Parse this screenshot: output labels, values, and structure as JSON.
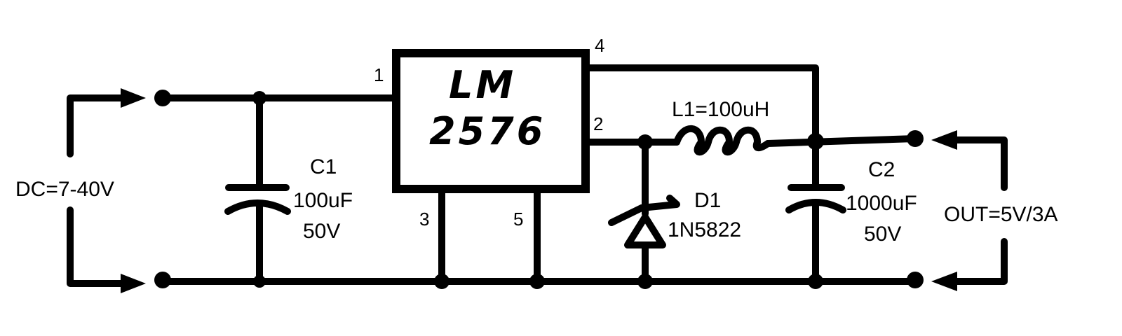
{
  "regulator": {
    "line1": "LM",
    "line2": "2576"
  },
  "pins": {
    "p1": "1",
    "p2": "2",
    "p3": "3",
    "p4": "4",
    "p5": "5"
  },
  "input": {
    "label": "DC=7-40V"
  },
  "output": {
    "label": "OUT=5V/3A"
  },
  "c1": {
    "name": "C1",
    "value": "100uF",
    "voltage": "50V"
  },
  "c2": {
    "name": "C2",
    "value": "1000uF",
    "voltage": "50V"
  },
  "l1": {
    "label": "L1=100uH"
  },
  "d1": {
    "name": "D1",
    "part": "1N5822"
  }
}
